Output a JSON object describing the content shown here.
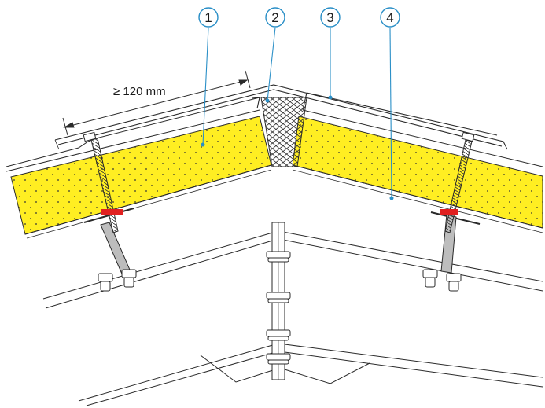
{
  "callouts": [
    {
      "label": "1"
    },
    {
      "label": "2"
    },
    {
      "label": "3"
    },
    {
      "label": "4"
    }
  ],
  "dimension": {
    "text": "≥ 120 mm"
  },
  "colors": {
    "insulation": "#ffee22",
    "line": "#2a2a2a",
    "callout": "#2a8fc7",
    "gasket": "#e02020",
    "steel": "#bdbdbd"
  }
}
